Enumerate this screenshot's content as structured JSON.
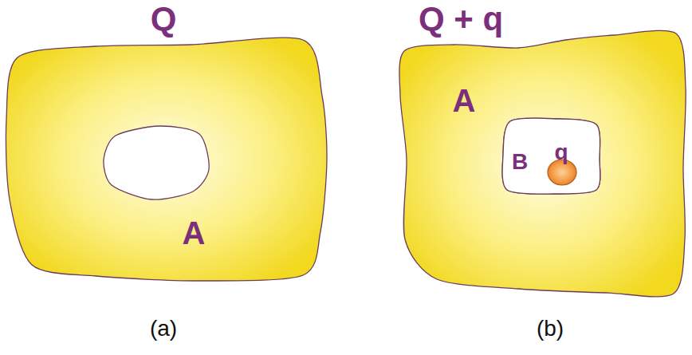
{
  "diagram": {
    "nodes": [
      {
        "text": [
          "Q",
          "A"
        ]
      },
      {
        "text": [
          "Q + q",
          "A"
        ]
      },
      {
        "text": [
          "B"
        ],
        "in": 1
      },
      {
        "text": [
          "q"
        ],
        "in": 2
      }
    ],
    "labels": [
      "(a)",
      "(b)"
    ]
  }
}
